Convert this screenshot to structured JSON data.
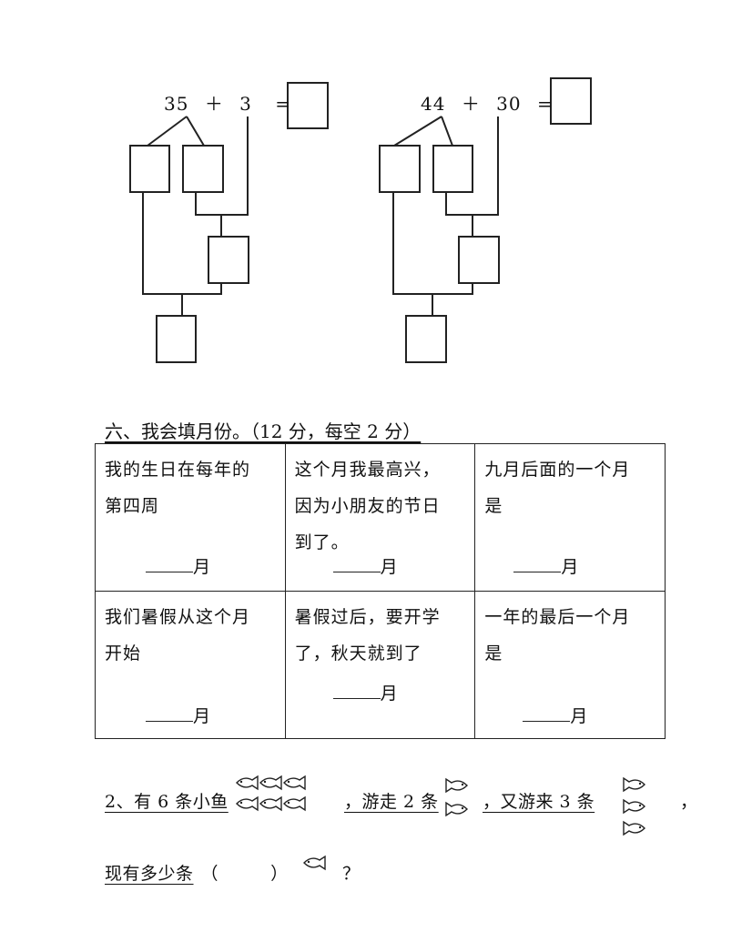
{
  "tree_diagrams": [
    {
      "num1": "35",
      "op": "＋",
      "num2": "3",
      "eq": "="
    },
    {
      "num1": "44",
      "op": "＋",
      "num2": "30",
      "eq": "="
    }
  ],
  "section6": {
    "title": "六、我会填月份。",
    "score": "（12 分，每空 2 分）",
    "unit": "月",
    "cells": [
      [
        "我的生日在每年的",
        "第四周"
      ],
      [
        "这个月我最高兴，",
        "因为小朋友的节日",
        "到了。"
      ],
      [
        "九月后面的一个月",
        "是"
      ],
      [
        "我们暑假从这个月",
        "开始"
      ],
      [
        "暑假过后，要开学",
        "了，秋天就到了"
      ],
      [
        "一年的最后一个月",
        "是"
      ]
    ]
  },
  "question2": {
    "part1": "2、有 6 条小鱼",
    "part2": "，游走 2 条",
    "part3": "，又游来 3 条",
    "comma": "，",
    "line2_a": "现有多少条",
    "paren_open": "（",
    "paren_close": "）",
    "question_mark": "？",
    "fish_icon": "fish-icon"
  }
}
